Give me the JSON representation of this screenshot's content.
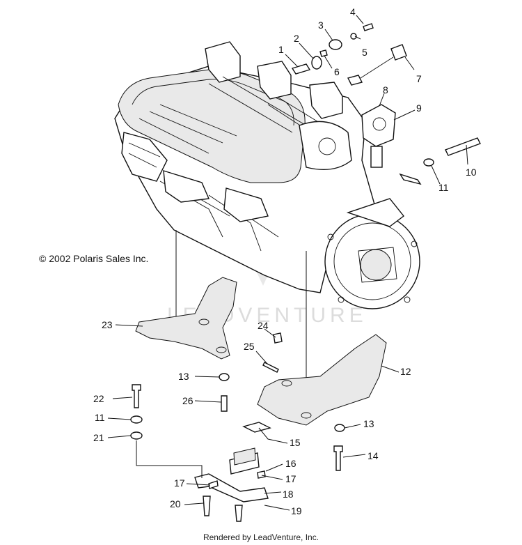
{
  "copyright": "© 2002 Polaris Sales Inc.",
  "footer": "Rendered by LeadVenture, Inc.",
  "watermark": "LEADVENTURE",
  "callouts": [
    "1",
    "2",
    "3",
    "4",
    "5",
    "6",
    "7",
    "8",
    "9",
    "10",
    "11",
    "12",
    "13",
    "14",
    "15",
    "16",
    "17",
    "18",
    "19",
    "20",
    "21",
    "22",
    "23",
    "24",
    "25",
    "26"
  ]
}
